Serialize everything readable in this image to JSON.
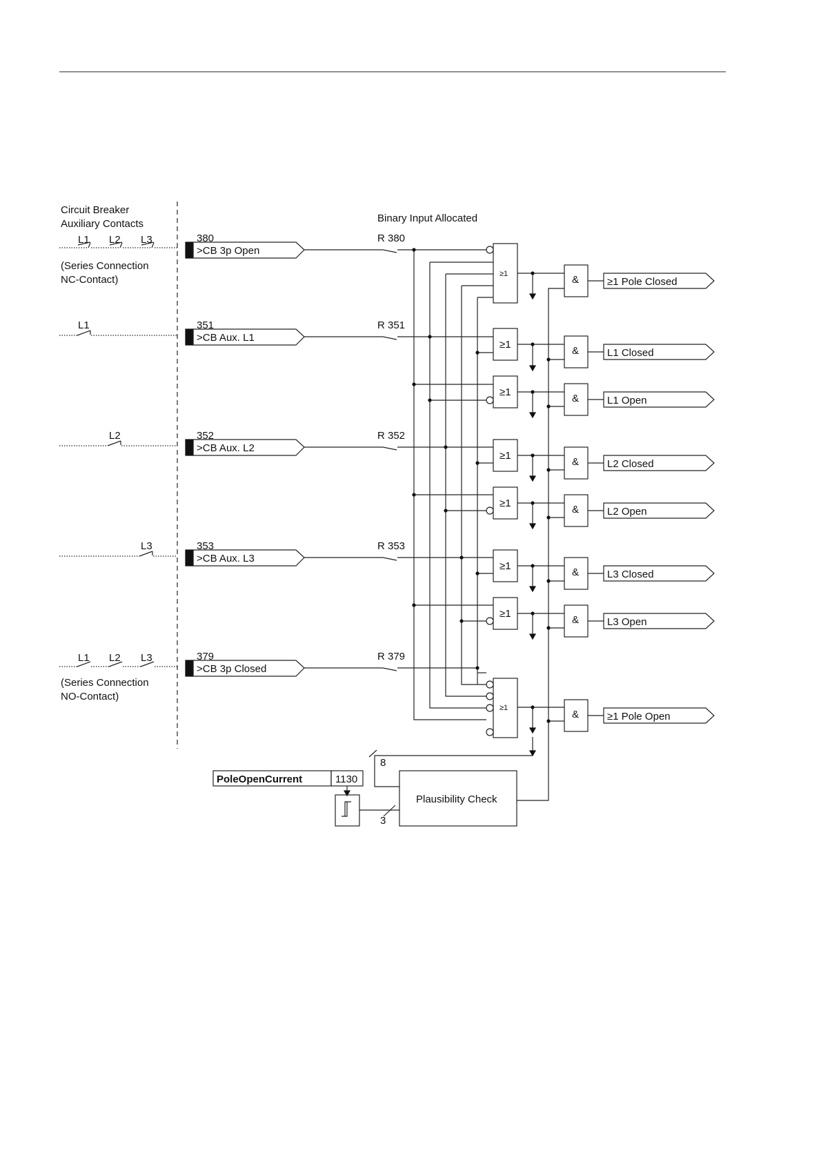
{
  "left_panel": {
    "title_line1": "Circuit Breaker",
    "title_line2": "Auxiliary Contacts",
    "nc_note_line1": "(Series Connection",
    "nc_note_line2": "NC-Contact)",
    "no_note_line1": "(Series Connection",
    "no_note_line2": "NO-Contact)",
    "phase_labels": [
      "L1",
      "L2",
      "L3"
    ]
  },
  "binary_input_allocated": "Binary Input Allocated",
  "inputs": [
    {
      "number": "380",
      "label": ">CB 3p Open",
      "binary_input": "R 380"
    },
    {
      "number": "351",
      "label": ">CB Aux. L1",
      "binary_input": "R 351"
    },
    {
      "number": "352",
      "label": ">CB Aux. L2",
      "binary_input": "R 352"
    },
    {
      "number": "353",
      "label": ">CB Aux. L3",
      "binary_input": "R 353"
    },
    {
      "number": "379",
      "label": ">CB 3p Closed",
      "binary_input": "R 379"
    }
  ],
  "gates": {
    "or": "≥1",
    "and": "&"
  },
  "outputs": [
    "≥1 Pole Closed",
    "L1 Closed",
    "L1 Open",
    "L2 Closed",
    "L2 Open",
    "L3 Closed",
    "L3 Open",
    "≥1 Pole Open"
  ],
  "parameter": {
    "name": "PoleOpenCurrent",
    "address": "1130"
  },
  "plausibility_check": "Plausibility Check",
  "bus_labels": {
    "top": "8",
    "bottom": "3"
  },
  "icons": {
    "threshold": "threshold-step-icon",
    "contact": "contact-switch-icon"
  }
}
